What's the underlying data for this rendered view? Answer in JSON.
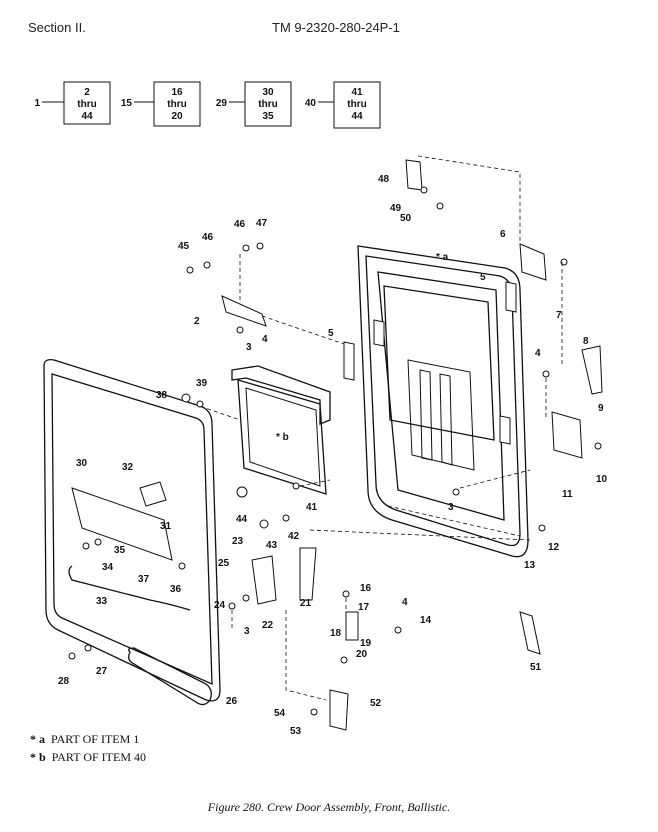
{
  "header": {
    "section": "Section II.",
    "manual": "TM 9-2320-280-24P-1"
  },
  "breakdown": [
    {
      "ref": "1",
      "from": "2",
      "thru": "thru",
      "to": "44"
    },
    {
      "ref": "15",
      "from": "16",
      "thru": "thru",
      "to": "20"
    },
    {
      "ref": "29",
      "from": "30",
      "thru": "thru",
      "to": "35"
    },
    {
      "ref": "40",
      "from": "41",
      "thru": "thru",
      "to": "44"
    }
  ],
  "callouts": [
    "48",
    "49",
    "50",
    "46",
    "47",
    "45",
    "46",
    "6",
    "5",
    "2",
    "3",
    "4",
    "5",
    "7",
    "8",
    "4",
    "9",
    "38",
    "39",
    "10",
    "11",
    "30",
    "32",
    "31",
    "3",
    "12",
    "13",
    "44",
    "41",
    "43",
    "42",
    "23",
    "35",
    "34",
    "37",
    "36",
    "25",
    "24",
    "3",
    "22",
    "21",
    "16",
    "17",
    "4",
    "14",
    "18",
    "19",
    "20",
    "33",
    "28",
    "27",
    "26",
    "51",
    "54",
    "52",
    "53"
  ],
  "ref_marks": {
    "a_mark": "* a",
    "b_mark": "* b"
  },
  "notes": [
    {
      "mark": "* a",
      "text": "PART OF ITEM 1"
    },
    {
      "mark": "* b",
      "text": "PART OF ITEM 40"
    }
  ],
  "caption": "Figure 280.  Crew Door Assembly, Front, Ballistic."
}
